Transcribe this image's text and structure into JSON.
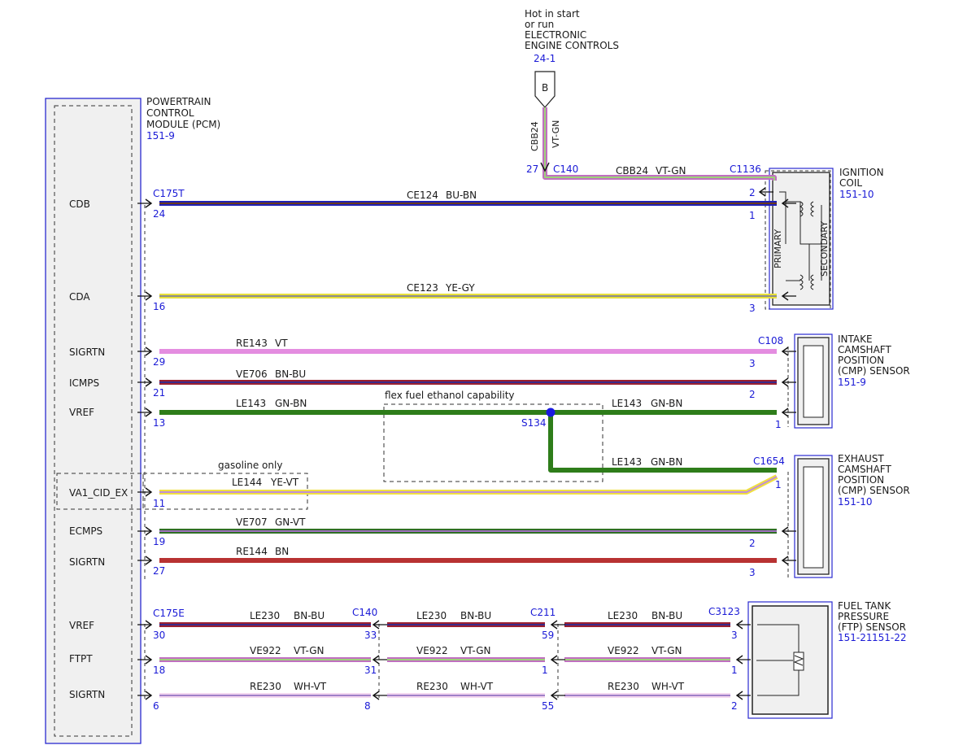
{
  "colors": {
    "BU-BN": [
      "#1f1fb4",
      "#6b3a1e"
    ],
    "YE-GY": [
      "#e8e03a",
      "#8c8c8c"
    ],
    "VT": [
      "#e48de0",
      "#e48de0"
    ],
    "BN-BU": [
      "#9b2030",
      "#3a2a8a"
    ],
    "GN-BN": [
      "#2e7d1a",
      "#2e7d1a"
    ],
    "YE-VT": [
      "#f0e040",
      "#c08fd8"
    ],
    "GN-VT": [
      "#2f6f24",
      "#a070c0"
    ],
    "BN": [
      "#b83232",
      "#b83232"
    ],
    "VT-GN": [
      "#c070c0",
      "#9ed27a"
    ],
    "WH-VT": [
      "#f4d8f0",
      "#a080c8"
    ],
    "connector_text": "#1a1ad6",
    "splice": "#1a1ae0"
  },
  "pcm": {
    "title_lines": [
      "POWERTRAIN",
      "CONTROL",
      "MODULE (PCM)"
    ],
    "ref": "151-9",
    "pins": [
      "CDB",
      "CDA",
      "SIGRTN",
      "ICMPS",
      "VREF",
      "VA1_CID_EX",
      "ECMPS",
      "SIGRTN",
      "VREF",
      "FTPT",
      "SIGRTN"
    ]
  },
  "power_source": {
    "lines": [
      "Hot in start",
      "or run",
      "ELECTRONIC",
      "ENGINE CONTROLS"
    ],
    "ref": "24-1",
    "fuse_label": "B",
    "circuit": "CBB24",
    "color": "VT-GN",
    "pin": "27",
    "connector": "C140"
  },
  "ignition_coil": {
    "title_lines": [
      "IGNITION",
      "COIL"
    ],
    "ref": "151-10",
    "connector": "C1136",
    "primary_label": "PRIMARY",
    "secondary_label": "SECONDARY"
  },
  "intake_cmp": {
    "title_lines": [
      "INTAKE",
      "CAMSHAFT",
      "POSITION",
      "(CMP) SENSOR"
    ],
    "ref": "151-9",
    "connector": "C108"
  },
  "exhaust_cmp": {
    "title_lines": [
      "EXHAUST",
      "CAMSHAFT",
      "POSITION",
      "(CMP) SENSOR"
    ],
    "ref": "151-10",
    "connector": "C1654"
  },
  "ftp_sensor": {
    "title_lines": [
      "FUEL TANK",
      "PRESSURE",
      "(FTP) SENSOR"
    ],
    "refs": [
      "151-21",
      "151-22"
    ],
    "connector": "C3123"
  },
  "pcm_connectors": [
    "C175T",
    "C175E"
  ],
  "inline_connectors": [
    "C140",
    "C211"
  ],
  "splice": "S134",
  "notes": {
    "flex_fuel": "flex fuel ethanol capability",
    "gasoline": "gasoline only"
  },
  "wires": [
    {
      "circuit": "CBB24",
      "color": "VT-GN",
      "pin_left": "2"
    },
    {
      "circuit": "CE124",
      "color": "BU-BN",
      "pin_left": "24",
      "pin_right": "1"
    },
    {
      "circuit": "CE123",
      "color": "YE-GY",
      "pin_left": "16",
      "pin_right": "3"
    },
    {
      "circuit": "RE143",
      "color": "VT",
      "pin_left": "29",
      "pin_right": "3"
    },
    {
      "circuit": "VE706",
      "color": "BN-BU",
      "pin_left": "21",
      "pin_right": "2"
    },
    {
      "circuit": "LE143",
      "color": "GN-BN",
      "pin_left": "13",
      "pin_right": "1"
    },
    {
      "circuit": "LE143",
      "color": "GN-BN"
    },
    {
      "circuit": "LE143",
      "color": "GN-BN",
      "pin_right": "1"
    },
    {
      "circuit": "LE144",
      "color": "YE-VT",
      "pin_left": "11"
    },
    {
      "circuit": "VE707",
      "color": "GN-VT",
      "pin_left": "19",
      "pin_right": "2"
    },
    {
      "circuit": "RE144",
      "color": "BN",
      "pin_left": "27",
      "pin_right": "3"
    }
  ],
  "ftp_wires": [
    {
      "circuit": "LE230",
      "color": "BN-BU",
      "pins": [
        "30",
        "33",
        "59",
        "3"
      ]
    },
    {
      "circuit": "VE922",
      "color": "VT-GN",
      "pins": [
        "18",
        "31",
        "1",
        "1"
      ]
    },
    {
      "circuit": "RE230",
      "color": "WH-VT",
      "pins": [
        "6",
        "8",
        "55",
        "2"
      ]
    }
  ]
}
